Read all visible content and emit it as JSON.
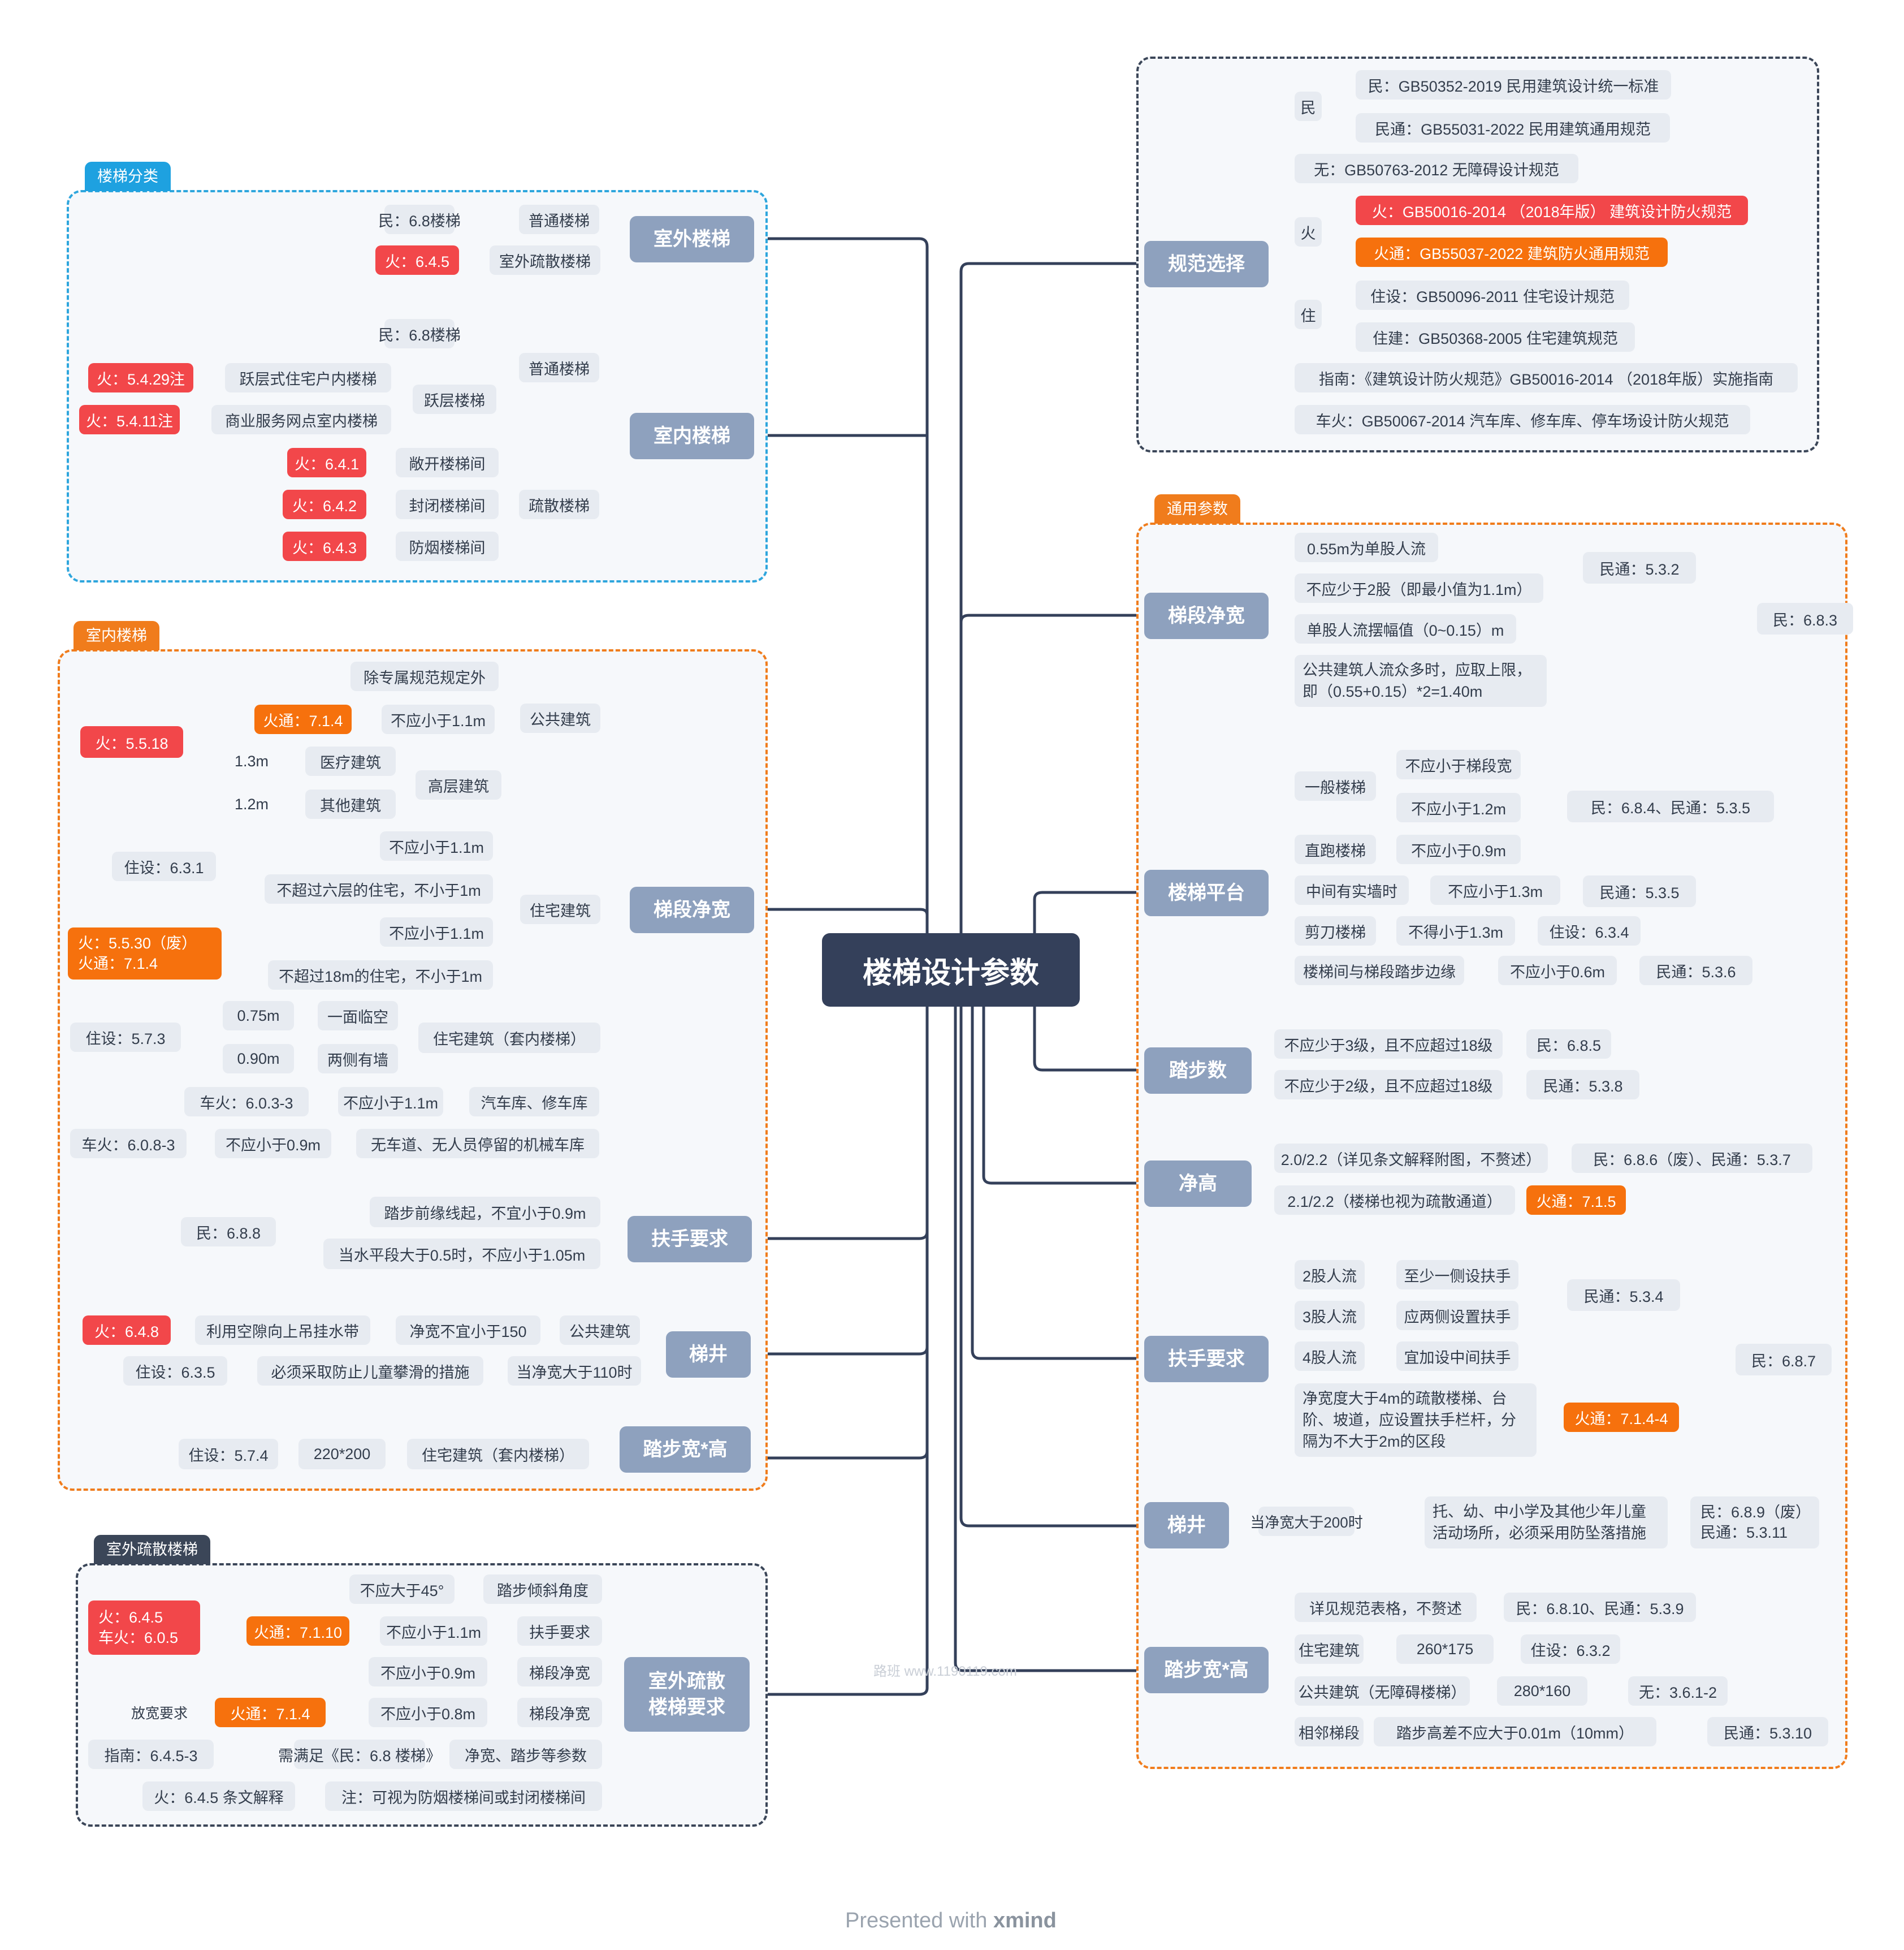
{
  "title": "楼梯设计参数",
  "watermark": "路班 www.1190119.com",
  "footer": {
    "prefix": "Presented with",
    "brand": "xmind"
  },
  "frames": {
    "classification": "楼梯分类",
    "indoor": "室内楼梯",
    "outdoor_evac": "室外疏散楼梯",
    "general": "通用参数"
  },
  "left": {
    "outdoor_stair": "室外楼梯",
    "indoor_stair": "室内楼梯",
    "common_stair": "普通楼梯",
    "outdoor_evac_stair": "室外疏散楼梯",
    "min_6_8": "民：6.8楼梯",
    "huo_6_4_5": "火：6.4.5",
    "duplex_stair": "跃层楼梯",
    "duplex_home": "跃层式住宅户内楼梯",
    "shop_stair": "商业服务网点室内楼梯",
    "huo_5_4_29": "火：5.4.29注",
    "huo_5_4_11": "火：5.4.11注",
    "evac_stair": "疏散楼梯",
    "open_stair": "敞开楼梯间",
    "closed_stair": "封闭楼梯间",
    "smoke_stair": "防烟楼梯间",
    "huo_6_4_1": "火：6.4.1",
    "huo_6_4_2": "火：6.4.2",
    "huo_6_4_3": "火：6.4.3",
    "width": "梯段净宽",
    "public_bldg": "公共建筑",
    "except_special": "除专属规范规定外",
    "not_less_1_1": "不应小于1.1m",
    "huotong_7_1_4": "火通：7.1.4",
    "highrise": "高层建筑",
    "medical": "医疗建筑",
    "other_bldg": "其他建筑",
    "v1_3": "1.3m",
    "v1_2": "1.2m",
    "huo_5_5_18": "火：5.5.18",
    "residential": "住宅建筑",
    "six_floor": "不超过六层的住宅，不小于1m",
    "eighteen": "不超过18m的住宅，不小于1m",
    "zhushe_6_3_1": "住设：6.3.1",
    "huo_5_5_30": "火：5.5.30（废）",
    "huotong_7_1_4b": "火通：7.1.4",
    "res_suite": "住宅建筑（套内楼梯）",
    "one_side_open": "一面临空",
    "both_walls": "两侧有墙",
    "v0_75": "0.75m",
    "v0_90": "0.90m",
    "zhushe_5_7_3": "住设：5.7.3",
    "garage": "汽车库、修车库",
    "chehuo_6_0_3": "车火：6.0.3-3",
    "unmanned_garage": "无车道、无人员停留的机械车库",
    "not_less_0_9": "不应小于0.9m",
    "chehuo_6_0_8": "车火：6.0.8-3",
    "handrail": "扶手要求",
    "hr1": "踏步前缘线起，不宜小于0.9m",
    "hr2": "当水平段大于0.5时，不应小于1.05m",
    "min_6_8_8": "民：6.8.8",
    "well": "梯井",
    "well_public": "公共建筑",
    "well_width150": "净宽不宜小于150",
    "well_hose": "利用空隙向上吊挂水带",
    "huo_6_4_8": "火：6.4.8",
    "well_gt110": "当净宽大于110时",
    "well_child": "必须采取防止儿童攀滑的措施",
    "zhushe_6_3_5": "住设：6.3.5",
    "tread": "踏步宽*高",
    "tread_res": "住宅建筑（套内楼梯）",
    "tread_220": "220*200",
    "zhushe_5_7_4": "住设：5.7.4",
    "oe_req": "室外疏散楼梯要求",
    "oe_angle": "踏步倾斜角度",
    "oe_not45": "不应大于45°",
    "oe_handrail": "扶手要求",
    "oe_1_1": "不应小于1.1m",
    "oe_huotong_7_1_10": "火通：7.1.10",
    "oe_width1": "梯段净宽",
    "oe_0_9": "不应小于0.9m",
    "oe_width2": "梯段净宽",
    "oe_0_8": "不应小于0.8m",
    "oe_huotong_7_1_4": "火通：7.1.4",
    "oe_huo_box": "火：6.4.5\n车火：6.0.5",
    "oe_relax": "放宽要求",
    "oe_params": "净宽、踏步等参数",
    "oe_satisfy": "需满足《民：6.8 楼梯》",
    "oe_guide": "指南：6.4.5-3",
    "oe_note": "注：可视为防烟楼梯间或封闭楼梯间",
    "oe_huo_explain": "火：6.4.5 条文解释"
  },
  "right": {
    "spec": "规范选择",
    "min": "民",
    "min_gb": "民：GB50352-2019 民用建筑设计统一标准",
    "mintong_gb": "民通：GB55031-2022 民用建筑通用规范",
    "wu_gb": "无：GB50763-2012 无障碍设计规范",
    "huo": "火",
    "huo_gb": "火：GB50016-2014 （2018年版） 建筑设计防火规范",
    "huotong_gb": "火通：GB55037-2022 建筑防火通用规范",
    "zhu": "住",
    "zhushe_gb": "住设：GB50096-2011 住宅设计规范",
    "zhujian_gb": "住建：GB50368-2005 住宅建筑规范",
    "guide": "指南：《建筑设计防火规范》GB50016-2014 （2018年版）实施指南",
    "chehuo_gb": "车火：GB50067-2014 汽车库、修车库、停车场设计防火规范",
    "width": "梯段净宽",
    "w1": "0.55m为单股人流",
    "w2": "不应少于2股（即最小值为1.1m）",
    "w3": "单股人流摆幅值（0~0.15）m",
    "w4": "公共建筑人流众多时，应取上限，即（0.55+0.15）*2=1.40m",
    "mintong_5_3_2": "民通：5.3.2",
    "min_6_8_3": "民：6.8.3",
    "platform": "楼梯平台",
    "p_general": "一般楼梯",
    "p_ge_width": "不应小于梯段宽",
    "p_1_2": "不应小于1.2m",
    "p_straight": "直跑楼梯",
    "p_0_9": "不应小于0.9m",
    "p_ref": "民：6.8.4、民通：5.3.5",
    "p_wall": "中间有实墙时",
    "p_1_3": "不应小于1.3m",
    "mintong_5_3_5": "民通：5.3.5",
    "p_scissor": "剪刀楼梯",
    "p_1_3b": "不得小于1.3m",
    "zhushe_6_3_4": "住设：6.3.4",
    "p_edge": "楼梯间与梯段踏步边缘",
    "p_0_6": "不应小于0.6m",
    "mintong_5_3_6": "民通：5.3.6",
    "steps": "踏步数",
    "s1": "不应少于3级，且不应超过18级",
    "min_6_8_5": "民：6.8.5",
    "s2": "不应少于2级，且不应超过18级",
    "mintong_5_3_8": "民通：5.3.8",
    "headroom": "净高",
    "h1": "2.0/2.2（详见条文解释附图，不赘述）",
    "h1_ref": "民：6.8.6（废）、民通：5.3.7",
    "h2": "2.1/2.2（楼梯也视为疏散通道）",
    "huotong_7_1_5": "火通：7.1.5",
    "handrail": "扶手要求",
    "r2": "2股人流",
    "r2v": "至少一侧设扶手",
    "r3": "3股人流",
    "r3v": "应两侧设置扶手",
    "mintong_5_3_4": "民通：5.3.4",
    "r4": "4股人流",
    "r4v": "宜加设中间扶手",
    "r5": "净宽度大于4m的疏散楼梯、台阶、坡道，应设置扶手栏杆，分隔为不大于2m的区段",
    "huotong_7_1_4_4": "火通：7.1.4-4",
    "min_6_8_7": "民：6.8.7",
    "well": "梯井",
    "well_200": "当净宽大于200时",
    "well_child": "托、幼、中小学及其他少年儿童活动场所，必须采用防坠落措施",
    "well_ref": "民：6.8.9（废）\n民通：5.3.11",
    "tread": "踏步宽*高",
    "t1": "详见规范表格，不赘述",
    "t1_ref": "民：6.8.10、民通：5.3.9",
    "t2": "住宅建筑",
    "t2v": "260*175",
    "zhushe_6_3_2": "住设：6.3.2",
    "t3": "公共建筑（无障碍楼梯）",
    "t3v": "280*160",
    "wu_3_6_1": "无：3.6.1-2",
    "t4": "相邻梯段",
    "t4v": "踏步高差不应大于0.01m（10mm）",
    "mintong_5_3_10": "民通：5.3.10"
  },
  "colors": {
    "main": "#34405a",
    "branch": "#8ea1be",
    "leaf": "#e7ebf1",
    "red": "#f2474a",
    "orange": "#f6710d",
    "blue": "#1ea1e0",
    "line": "#34405a"
  }
}
